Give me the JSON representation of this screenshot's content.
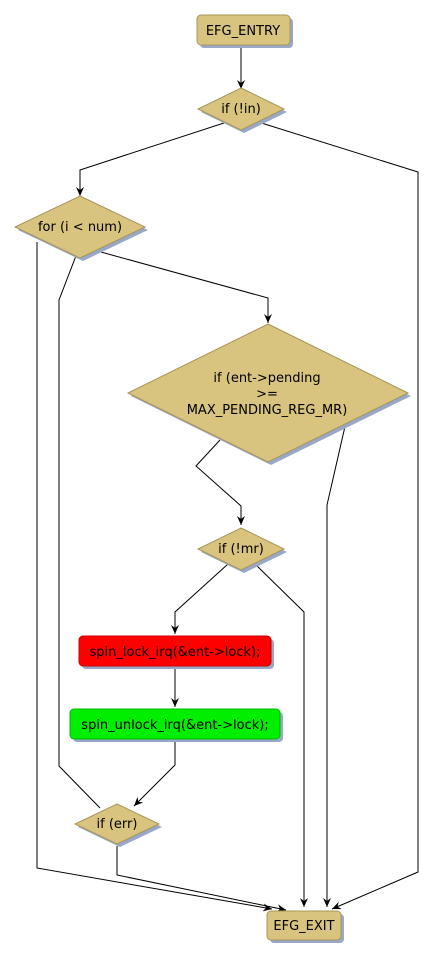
{
  "colors": {
    "node_fill": "#d8c47f",
    "node_stroke": "#a8945a",
    "shadow": "#98a8c8",
    "lock_fill": "#ff0000",
    "unlock_fill": "#00ee00"
  },
  "nodes": {
    "entry": "EFG_ENTRY",
    "if_in": "if (!in)",
    "for_loop": "for (i < num)",
    "if_pending": [
      "if (ent->pending",
      ">=",
      "MAX_PENDING_REG_MR)"
    ],
    "if_mr": "if (!mr)",
    "spin_lock": "spin_lock_irq(&ent->lock);",
    "spin_unlock": "spin_unlock_irq(&ent->lock);",
    "if_err": "if (err)",
    "exit": "EFG_EXIT"
  }
}
